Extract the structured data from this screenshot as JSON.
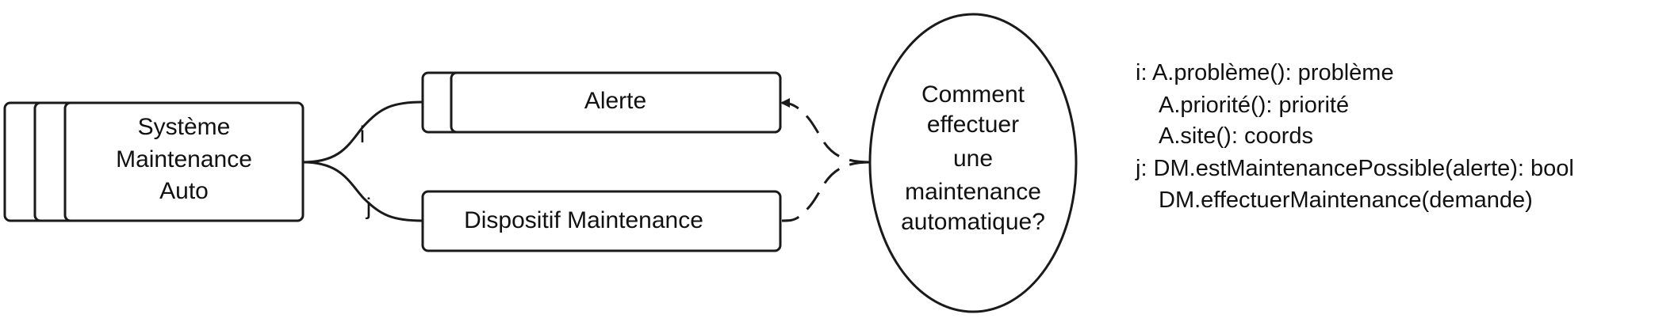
{
  "diagram": {
    "system_box": {
      "line1": "Système",
      "line2": "Maintenance",
      "line3": "Auto"
    },
    "alert_box": {
      "label": "Alerte"
    },
    "device_box": {
      "label": "Dispositif Maintenance"
    },
    "link_i": {
      "label": "i"
    },
    "link_j": {
      "label": "j"
    },
    "question": {
      "line1": "Comment",
      "line2": "effectuer",
      "line3": "une",
      "line4": "maintenance",
      "line5": "automatique?"
    }
  },
  "legend": {
    "lines": [
      "i: A.problème(): problème",
      "A.priorité(): priorité",
      "A.site(): coords",
      "j: DM.estMaintenancePossible(alerte): bool",
      "DM.effectuerMaintenance(demande)"
    ]
  }
}
